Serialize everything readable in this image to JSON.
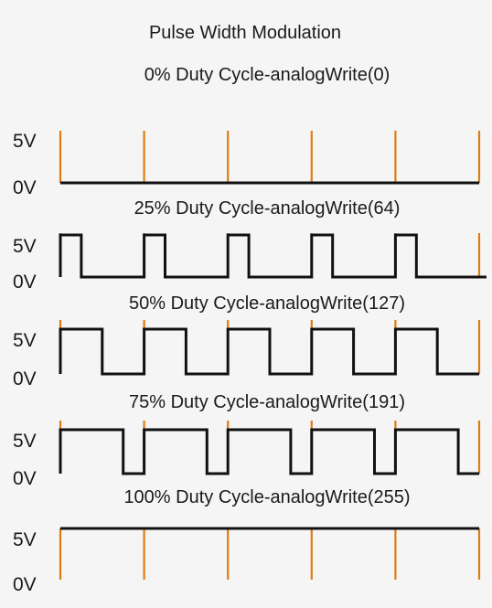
{
  "title": "Pulse Width Modulation",
  "colors": {
    "background": "#f5f5f5",
    "signal": "#111111",
    "period_marker": "#e07b12",
    "text": "#1a1a1a"
  },
  "chart_data": {
    "type": "line",
    "title": "Pulse Width Modulation",
    "period_count": 5,
    "levels": {
      "high": "5V",
      "low": "0V"
    },
    "panels": [
      {
        "title": "0% Duty Cycle-analogWrite(0)",
        "duty_cycle": 0,
        "analog_write": 0
      },
      {
        "title": "25% Duty Cycle-analogWrite(64)",
        "duty_cycle": 25,
        "analog_write": 64
      },
      {
        "title": "50% Duty Cycle-analogWrite(127)",
        "duty_cycle": 50,
        "analog_write": 127
      },
      {
        "title": "75% Duty Cycle-analogWrite(191)",
        "duty_cycle": 75,
        "analog_write": 191
      },
      {
        "title": "100% Duty Cycle-analogWrite(255)",
        "duty_cycle": 100,
        "analog_write": 255
      }
    ]
  }
}
